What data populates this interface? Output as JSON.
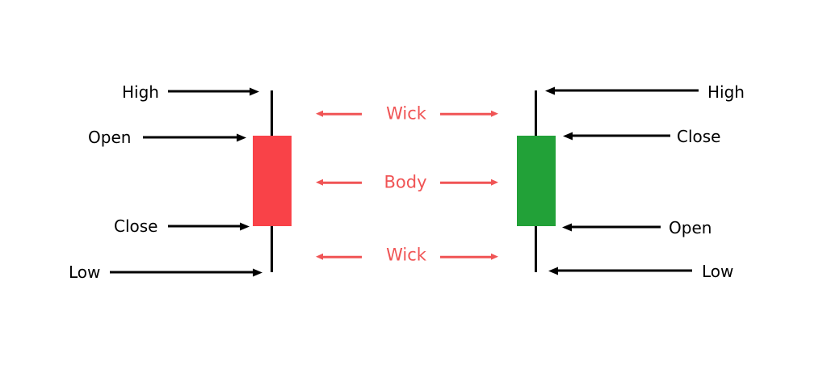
{
  "colors": {
    "background": "#ffffff",
    "bearish_body": "#f94248",
    "bullish_body": "#22a138",
    "annotation_red": "#f05455",
    "label_black": "#000000"
  },
  "left_candle": {
    "high_label": "High",
    "open_label": "Open",
    "close_label": "Close",
    "low_label": "Low"
  },
  "right_candle": {
    "high_label": "High",
    "close_label": "Close",
    "open_label": "Open",
    "low_label": "Low"
  },
  "center_annotations": {
    "upper_wick_label": "Wick",
    "body_label": "Body",
    "lower_wick_label": "Wick"
  }
}
